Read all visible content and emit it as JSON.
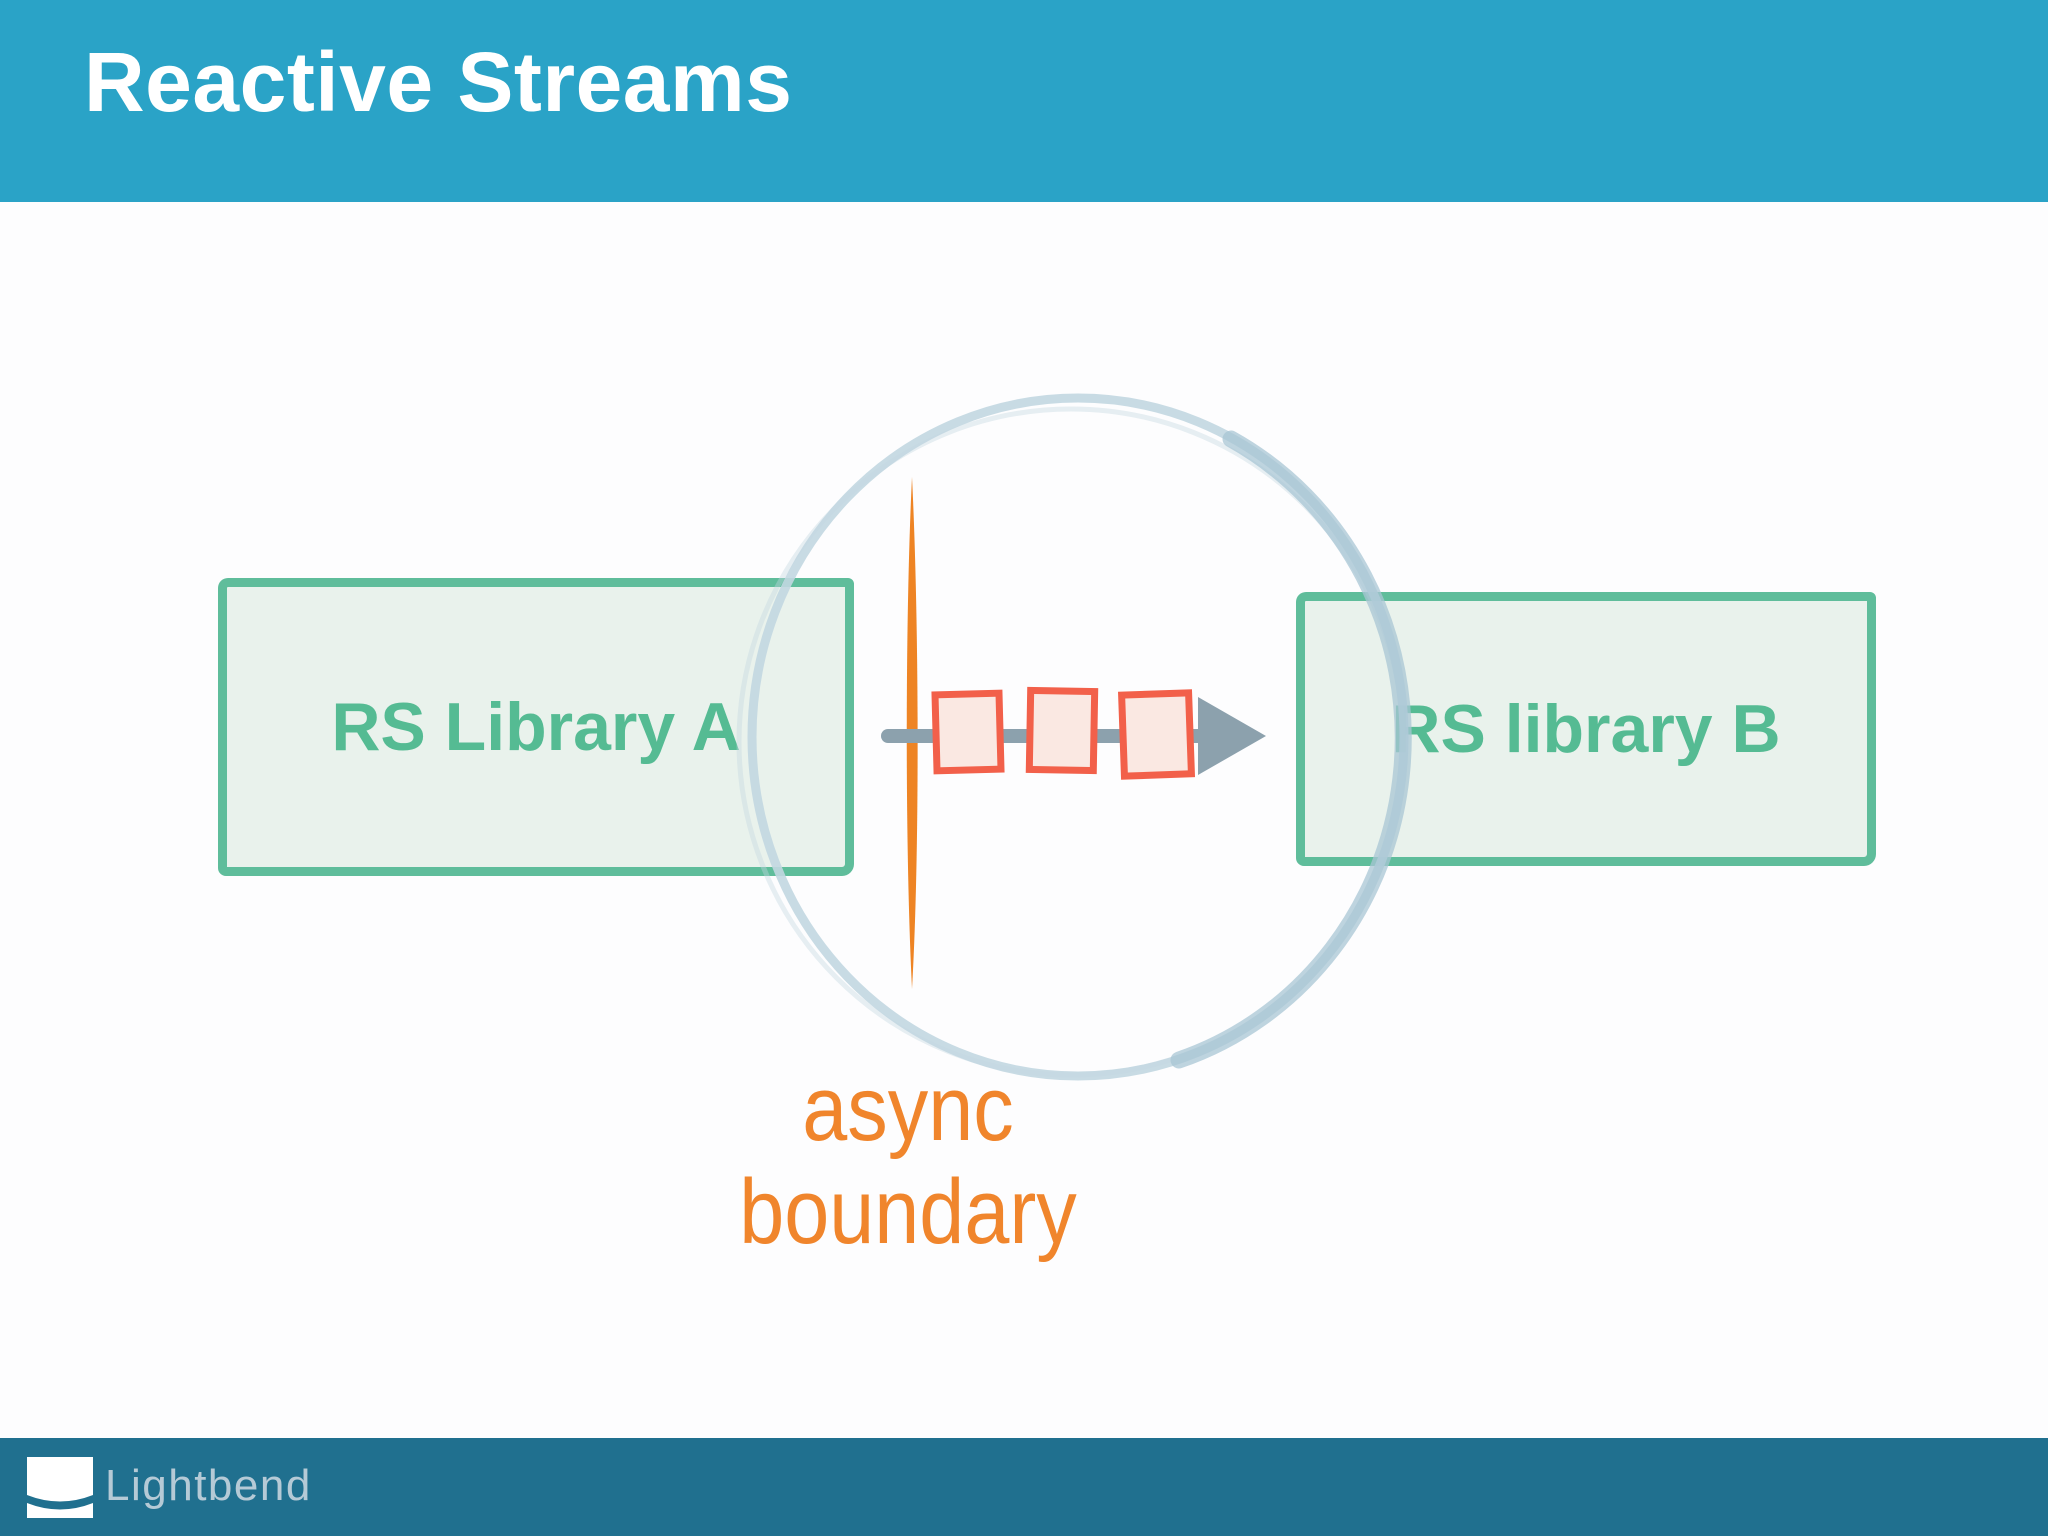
{
  "slide": {
    "title": "Reactive Streams",
    "footer": {
      "logo_text": "Lightbend"
    }
  },
  "diagram": {
    "left_box_label": "RS Library A",
    "right_box_label": "RS library B",
    "async_label_line1": "async",
    "async_label_line2": "boundary",
    "icons": {
      "async_boundary_circle": "hand-drawn-brush-circle",
      "async_boundary_line": "orange-vertical-stroke",
      "stream_flow_arrow": "gray-right-arrow",
      "stream_elements": "three-orange-squares",
      "lightbend_logo": "white-square-with-curved-band"
    },
    "colors": {
      "header_teal": "#2AA3C7",
      "footer_teal": "#20708F",
      "box_border_green": "#5FBD9B",
      "box_fill_green": "#E9F2EC",
      "box_text_green": "#55BB93",
      "async_orange": "#EE8424",
      "async_text_orange": "#F0852C",
      "element_border_red": "#F2604A",
      "element_fill_pink": "#FAE8E2",
      "arrow_gray": "#8CA1AD",
      "circle_blue": "#C2D7E1",
      "footer_text": "#B5CAD6"
    }
  }
}
